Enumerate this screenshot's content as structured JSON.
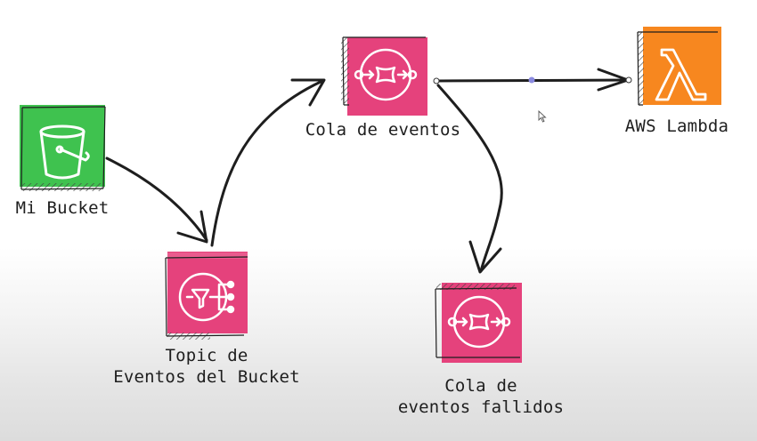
{
  "nodes": {
    "bucket": {
      "label": "Mi Bucket",
      "icon": "s3-bucket-icon",
      "color": "#3fc24f"
    },
    "topic": {
      "label_line1": "Topic de",
      "label_line2": "Eventos del Bucket",
      "icon": "sns-topic-icon",
      "color": "#e5427c"
    },
    "queue": {
      "label": "Cola de eventos",
      "icon": "sqs-queue-icon",
      "color": "#e5427c"
    },
    "lambda": {
      "label": "AWS Lambda",
      "icon": "lambda-icon",
      "color": "#f7871f"
    },
    "dlq": {
      "label_line1": "Cola de",
      "label_line2": "eventos fallidos",
      "icon": "sqs-queue-icon",
      "color": "#e5427c"
    }
  },
  "edges": [
    {
      "from": "Mi Bucket",
      "to": "Topic de Eventos del Bucket"
    },
    {
      "from": "Topic de Eventos del Bucket",
      "to": "Cola de eventos"
    },
    {
      "from": "Cola de eventos",
      "to": "AWS Lambda"
    },
    {
      "from": "Cola de eventos",
      "to": "Cola de eventos fallidos"
    }
  ]
}
